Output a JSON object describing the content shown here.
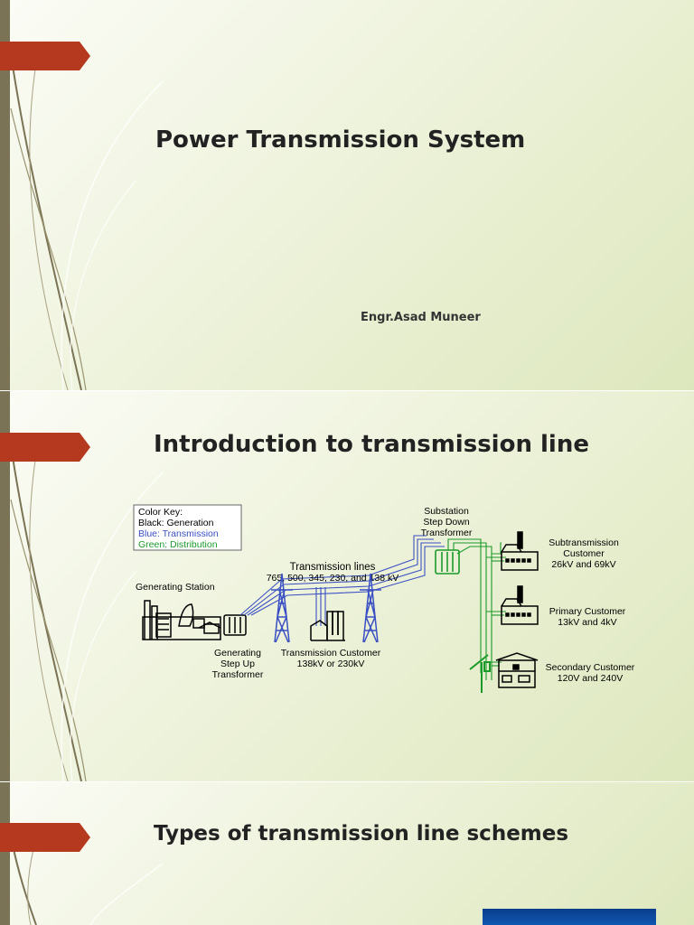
{
  "slides": [
    {
      "title": "Power Transmission System",
      "subtitle": "Engr.Asad Muneer"
    },
    {
      "title": "Introduction to transmission line"
    },
    {
      "title": "Types of transmission line schemes"
    }
  ],
  "diagram": {
    "color_key": {
      "heading": "Color Key:",
      "black": "Black:  Generation",
      "blue": "Blue:    Transmission",
      "green": "Green: Distribution"
    },
    "generating_station": "Generating Station",
    "generating_transformer": [
      "Generating",
      "Step Up",
      "Transformer"
    ],
    "transmission_lines": "Transmission lines",
    "transmission_voltages": "765, 500, 345, 230, and 138 kV",
    "transmission_customer": [
      "Transmission Customer",
      "138kV or 230kV"
    ],
    "substation": [
      "Substation",
      "Step Down",
      "Transformer"
    ],
    "subtransmission_customer": [
      "Subtransmission",
      "Customer",
      "26kV and 69kV"
    ],
    "primary_customer": [
      "Primary Customer",
      "13kV and 4kV"
    ],
    "secondary_customer": [
      "Secondary Customer",
      "120V and 240V"
    ],
    "colors": {
      "generation": "#000000",
      "transmission": "#3a4fc4",
      "distribution": "#1a9a2a"
    }
  }
}
